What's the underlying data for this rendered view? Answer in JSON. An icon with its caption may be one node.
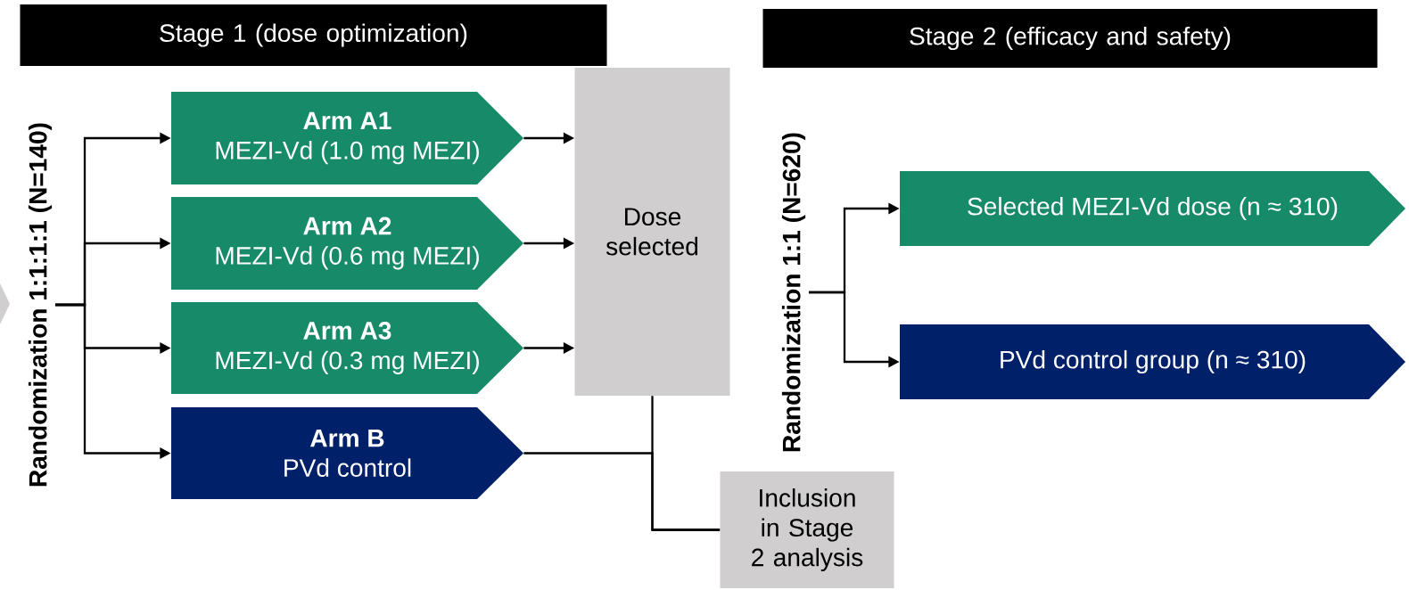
{
  "diagram": {
    "nodes": [
      {
        "text": [
          "Stage 1 (dose optimization)"
        ]
      },
      {
        "text": [
          "Stage 2 (efficacy and safety)"
        ]
      },
      {
        "text": [
          "Randomization 1:1:1:1 (N=140)"
        ]
      },
      {
        "text": [
          "Arm A1",
          "MEZI-Vd (1.0 mg MEZI)"
        ]
      },
      {
        "text": [
          "Arm A2",
          "MEZI-Vd (0.6 mg MEZI)"
        ]
      },
      {
        "text": [
          "Arm A3",
          "MEZI-Vd (0.3 mg MEZI)"
        ]
      },
      {
        "text": [
          "Arm B",
          "PVd control"
        ]
      },
      {
        "text": [
          "Dose selected"
        ]
      },
      {
        "text": [
          "Inclusion in Stage 2 analysis"
        ]
      },
      {
        "text": [
          "Randomization 1:1 (N=620)"
        ]
      },
      {
        "text": [
          "Selected MEZI-Vd dose (n ≈ 310)"
        ]
      },
      {
        "text": [
          "PVd control group (n ≈ 310)"
        ]
      }
    ],
    "edges": [
      {
        "from": 2,
        "to": 3,
        "arrow": "to"
      },
      {
        "from": 2,
        "to": 4,
        "arrow": "to"
      },
      {
        "from": 2,
        "to": 5,
        "arrow": "to"
      },
      {
        "from": 2,
        "to": 6,
        "arrow": "to"
      },
      {
        "from": 3,
        "to": 7,
        "arrow": "to"
      },
      {
        "from": 4,
        "to": 7,
        "arrow": "to"
      },
      {
        "from": 5,
        "to": 7,
        "arrow": "to"
      },
      {
        "from": 6,
        "to": 8,
        "arrow": "none"
      },
      {
        "from": 7,
        "to": 8,
        "arrow": "none"
      },
      {
        "from": 9,
        "to": 10,
        "arrow": "to"
      },
      {
        "from": 9,
        "to": 11,
        "arrow": "to"
      }
    ]
  }
}
